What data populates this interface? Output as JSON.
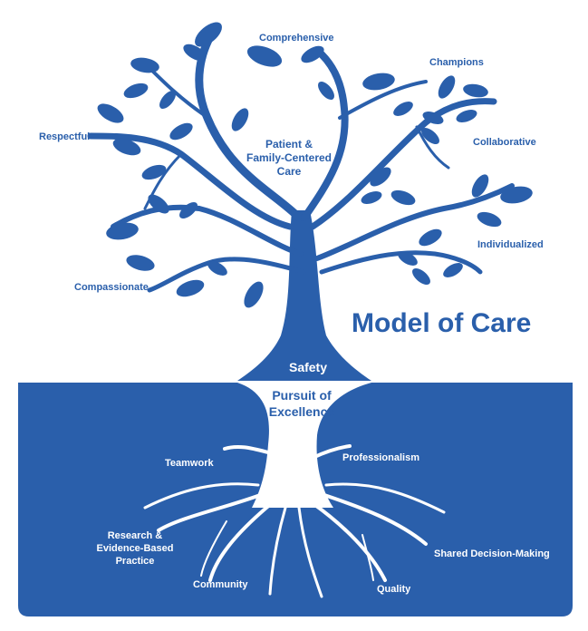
{
  "title": "Model of Care",
  "colors": {
    "primary": "#2a5fab",
    "background": "#ffffff",
    "inverse": "#ffffff"
  },
  "trunk": {
    "top": "Patient & Family-Centered Care",
    "top_lines": [
      "Patient &",
      "Family-Centered",
      "Care"
    ],
    "base": "Safety",
    "root_base": "Pursuit of Excellence",
    "root_base_lines": [
      "Pursuit of",
      "Excellence"
    ]
  },
  "branches": {
    "comprehensive": "Comprehensive",
    "champions": "Champions",
    "respectful": "Respectful",
    "collaborative": "Collaborative",
    "individualized": "Individualized",
    "compassionate": "Compassionate"
  },
  "roots": {
    "teamwork": "Teamwork",
    "professionalism": "Professionalism",
    "research_lines": [
      "Research &",
      "Evidence-Based",
      "Practice"
    ],
    "research": "Research & Evidence-Based Practice",
    "shared": "Shared Decision-Making",
    "community": "Community",
    "quality": "Quality"
  }
}
